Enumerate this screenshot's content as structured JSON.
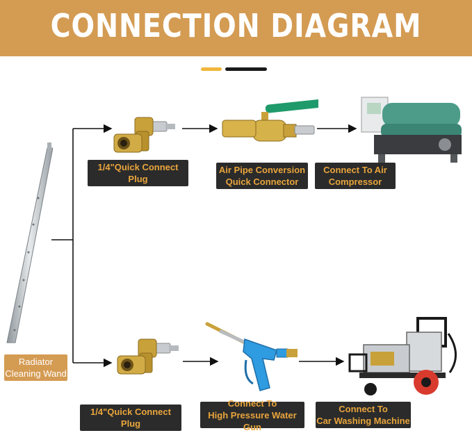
{
  "title": "CONNECTION DIAGRAM",
  "colors": {
    "accent": "#d49b53",
    "label_bg": "#2b2b2b",
    "label_text": "#e9a53c",
    "brass": "#c9a13a",
    "blue": "#2f9be0"
  },
  "wand": {
    "line1": "Radiator",
    "line2": "Cleaning Wand"
  },
  "top_row": {
    "plug": "1/4\"Quick Connect Plug",
    "converter": {
      "line1": "Air Pipe Conversion",
      "line2": "Quick Connector"
    },
    "compressor": {
      "line1": "Connect To Air",
      "line2": "Compressor"
    }
  },
  "bottom_row": {
    "plug": "1/4\"Quick Connect Plug",
    "gun": {
      "line1": "Connect To",
      "line2": "High Pressure Water Gun"
    },
    "washer": {
      "line1": "Connect To",
      "line2": "Car Washing Machine"
    }
  }
}
